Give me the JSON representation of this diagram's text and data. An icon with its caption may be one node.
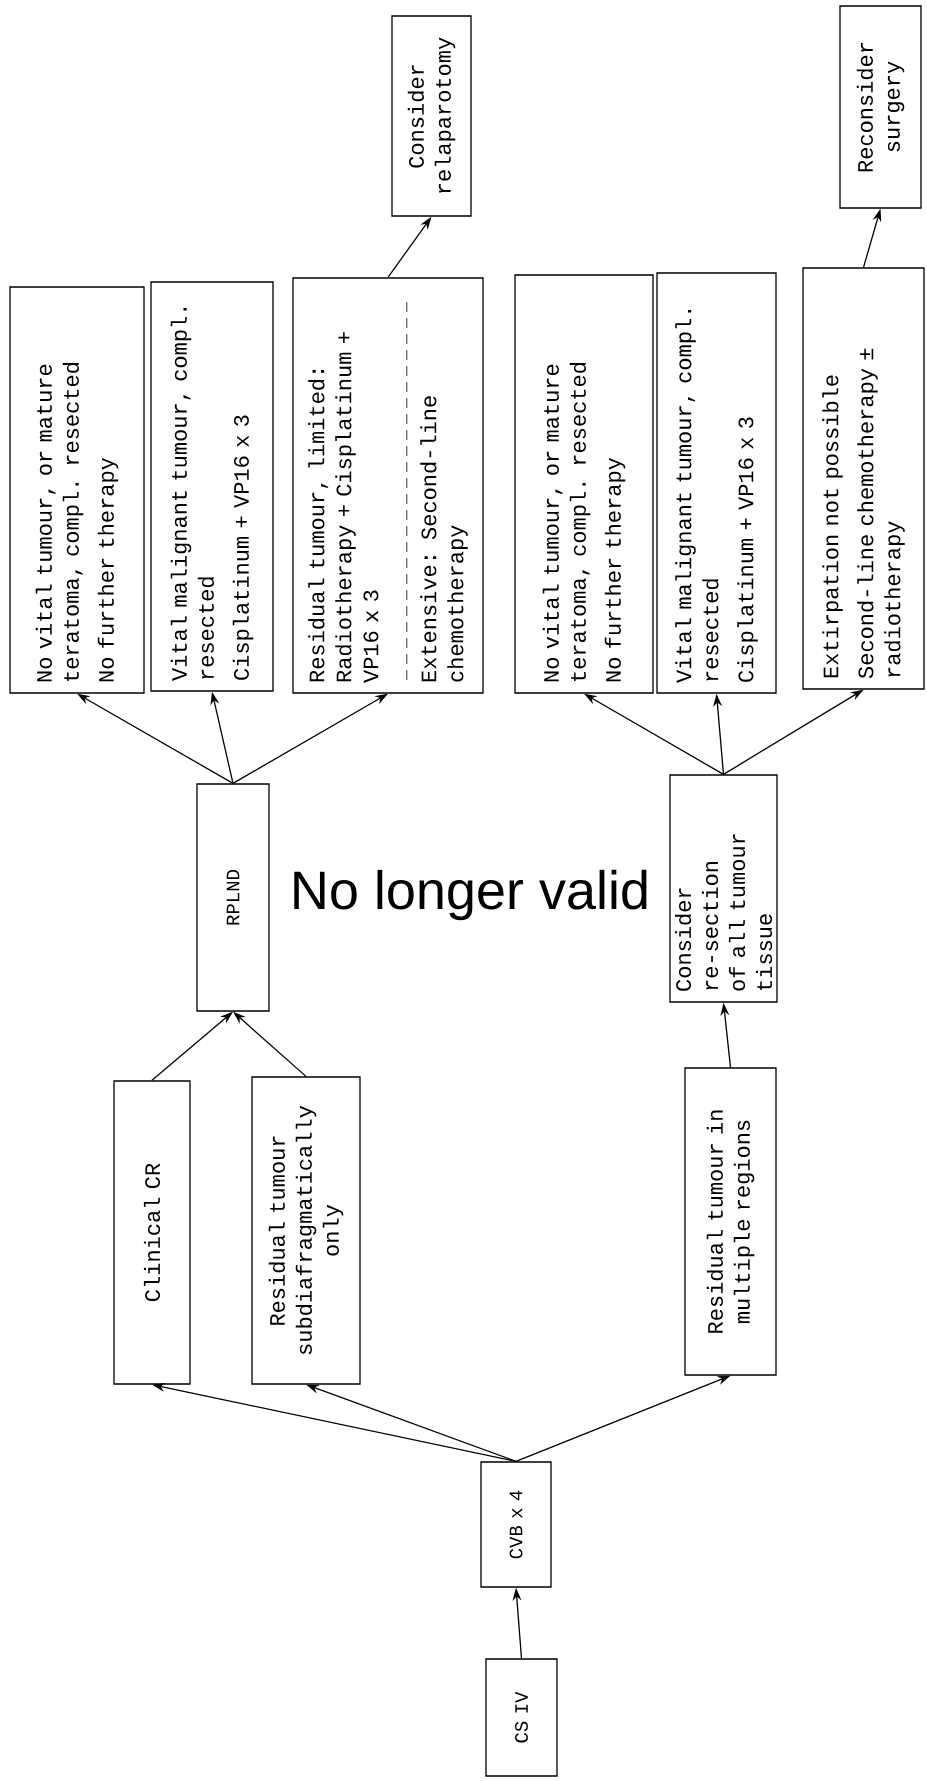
{
  "diagram": {
    "nodes": [
      {
        "text": [
          "CS IV"
        ]
      },
      {
        "text": [
          "CVB x 4"
        ]
      },
      {
        "text": [
          "Clinical CR"
        ]
      },
      {
        "text": [
          "Residual tumour subdiafragmatically only"
        ]
      },
      {
        "text": [
          "Residual tumour in multiple regions"
        ]
      },
      {
        "text": [
          "RPLND"
        ]
      },
      {
        "text": [
          "Consider re-section of all tumour tissue"
        ]
      },
      {
        "text": [
          "No vital tumour, or mature teratoma, compl. resected",
          "No further therapy"
        ]
      },
      {
        "text": [
          "Vital malignant tumour, compl. resected",
          "Cisplatinum + VP16 x 3"
        ]
      },
      {
        "text": [
          "Residual tumour, limited: Radiotherapy + Cisplatinum + VP16 x 3",
          "Extensive: Second-line chemotherapy"
        ]
      },
      {
        "text": [
          "No vital tumour, or mature teratoma, compl. resected",
          "No further therapy"
        ]
      },
      {
        "text": [
          "Vital malignant tumour, compl. resected",
          "Cisplatinum + VP16 x 3"
        ]
      },
      {
        "text": [
          "Extirpation not possible",
          "Second-line chemotherapy ± radiotherapy"
        ]
      },
      {
        "text": [
          "Consider relaparotomy"
        ]
      },
      {
        "text": [
          "Reconsider surgery"
        ]
      }
    ],
    "edges": [
      {
        "from": 0,
        "to": 1,
        "arrow": "to"
      },
      {
        "from": 1,
        "to": 2,
        "arrow": "to"
      },
      {
        "from": 1,
        "to": 3,
        "arrow": "to"
      },
      {
        "from": 1,
        "to": 4,
        "arrow": "to"
      },
      {
        "from": 2,
        "to": 5,
        "arrow": "to"
      },
      {
        "from": 3,
        "to": 5,
        "arrow": "to"
      },
      {
        "from": 4,
        "to": 6,
        "arrow": "to"
      },
      {
        "from": 5,
        "to": 7,
        "arrow": "to"
      },
      {
        "from": 5,
        "to": 8,
        "arrow": "to"
      },
      {
        "from": 5,
        "to": 9,
        "arrow": "to"
      },
      {
        "from": 6,
        "to": 10,
        "arrow": "to"
      },
      {
        "from": 6,
        "to": 11,
        "arrow": "to"
      },
      {
        "from": 6,
        "to": 12,
        "arrow": "to"
      },
      {
        "from": 9,
        "to": 13,
        "arrow": "to"
      },
      {
        "from": 12,
        "to": 14,
        "arrow": "to"
      }
    ],
    "labels": [
      "No longer valid"
    ]
  }
}
